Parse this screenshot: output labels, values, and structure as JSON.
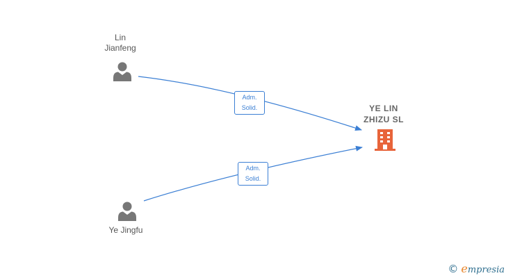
{
  "nodes": {
    "person1": {
      "name": "Lin\nJianfeng"
    },
    "person2": {
      "name": "Ye Jingfu"
    },
    "company": {
      "name": "YE LIN\nZHIZU  SL"
    }
  },
  "edges": [
    {
      "from": "person1",
      "to": "company",
      "label": "Adm.\nSolid."
    },
    {
      "from": "person2",
      "to": "company",
      "label": "Adm.\nSolid."
    }
  ],
  "colors": {
    "edge": "#3b7fd4",
    "person_icon": "#777777",
    "company_icon": "#e8643a"
  },
  "icons": {
    "person": "person-icon",
    "company": "building-icon"
  },
  "footer": {
    "copyright_symbol": "©",
    "brand_first": "e",
    "brand_rest": "mpresia"
  }
}
